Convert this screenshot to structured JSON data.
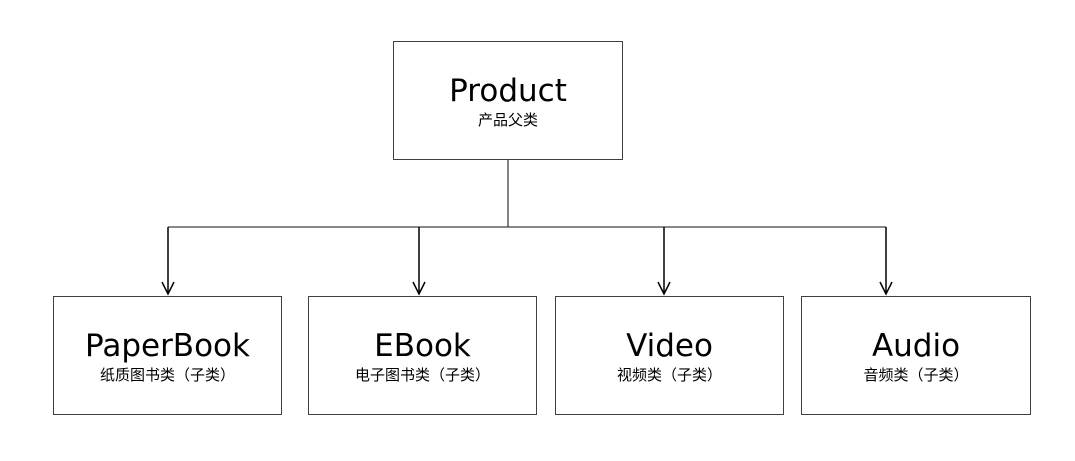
{
  "root": {
    "title": "Product",
    "subtitle": "产品父类"
  },
  "children": [
    {
      "title": "PaperBook",
      "subtitle": "纸质图书类（子类）"
    },
    {
      "title": "EBook",
      "subtitle": "电子图书类（子类）"
    },
    {
      "title": "Video",
      "subtitle": "视频类（子类）"
    },
    {
      "title": "Audio",
      "subtitle": "音频类（子类）"
    }
  ],
  "colors": {
    "box_border": "#404040",
    "connector": "#000000",
    "background": "#ffffff"
  }
}
